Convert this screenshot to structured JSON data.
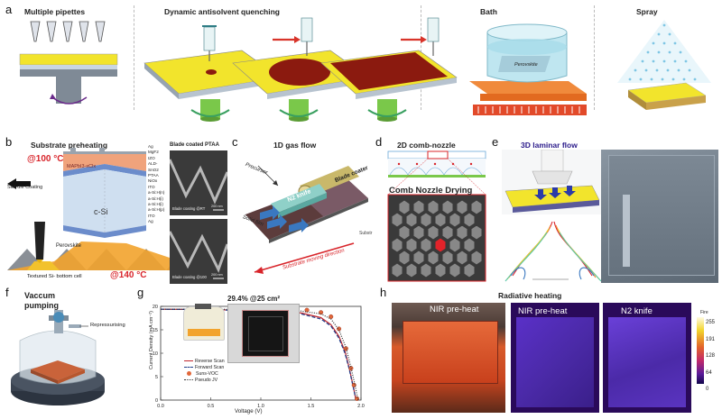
{
  "panel_letters": [
    "a",
    "b",
    "c",
    "d",
    "e",
    "f",
    "g",
    "h"
  ],
  "a": {
    "titles": [
      "Multiple pipettes",
      "Dynamic antisolvent quenching",
      "Bath",
      "Spray"
    ],
    "bath_label": "Perovskite"
  },
  "b": {
    "title": "Substrate preheating",
    "temp_top": "@100 °C",
    "temp_bottom": "@140 °C",
    "slot_die": "Slot-die Coating",
    "perovskite": "Perovskite",
    "textured": "Textured Si- bottom cell",
    "csi": "c-Si",
    "layer_top": "MAPbI3-xClx",
    "layers": [
      "Ag",
      "MgF2",
      "IZO",
      "ALD-SnO2",
      "PTAA",
      "NiOx",
      "ITO",
      "a-Si:H(n)",
      "a-Si:H(i)",
      "a-Si:H(i)",
      "a-Si:H(p)",
      "ITO",
      "Ag"
    ],
    "sem_title": "Blade coated PTAA",
    "sem1_caption": "Blade coating @RT",
    "sem2_caption": "Blade coating @100",
    "scale": "200 nm"
  },
  "c": {
    "title": "1D gas flow",
    "precursor": "Precursor",
    "blade": "Blade coater",
    "knife": "N2 knife",
    "solid": "Solid film",
    "direction": "Substrate moving direction",
    "substrate": "Substr"
  },
  "d": {
    "title": "2D comb-nozzle",
    "caption": "Comb Nozzle Drying"
  },
  "e": {
    "title": "3D laminar flow"
  },
  "f": {
    "title_1": "Vaccum",
    "title_2": "pumping",
    "repress": "Repressurising"
  },
  "g": {
    "badge": "29.4% @25 cm²",
    "legend": [
      "Reverse Scan",
      "Forward Scan",
      "Suns-VOC",
      "Pseudo JV"
    ]
  },
  "h": {
    "title": "Radiative heating",
    "label1": "NIR pre-heat",
    "label2": "NIR pre-heat",
    "label3": "N2 knife",
    "cb_unit": "Fire",
    "cb_ticks": [
      "255",
      "191",
      "128",
      "64",
      "0"
    ]
  },
  "colors": {
    "perovskite_film": "#8b1a0f",
    "substrate_yellow": "#f2e42c",
    "chuck_green": "#7ac84a",
    "heater_orange": "#f08a3c",
    "ir_purple": "#4b2aa8",
    "jv_red": "#c1272d"
  },
  "chart_data": {
    "type": "line",
    "xlabel": "Voltage (V)",
    "ylabel": "Current Density (mA cm⁻²)",
    "xlim": [
      0.0,
      2.0
    ],
    "ylim": [
      0,
      20
    ],
    "xticks": [
      "0.0",
      "0.5",
      "1.0",
      "1.5",
      "2.0"
    ],
    "yticks": [
      "0",
      "5",
      "10",
      "15",
      "20"
    ],
    "series": [
      {
        "name": "Reverse Scan",
        "style": "solid",
        "color": "#c1272d",
        "x": [
          0.0,
          0.5,
          1.0,
          1.4,
          1.6,
          1.7,
          1.78,
          1.84,
          1.88,
          1.92,
          1.95
        ],
        "values": [
          19.4,
          19.3,
          19.1,
          18.6,
          17.6,
          16.1,
          13.6,
          10.4,
          7.1,
          3.2,
          0.0
        ]
      },
      {
        "name": "Forward Scan",
        "style": "dash",
        "color": "#1f3d8a",
        "x": [
          0.0,
          0.5,
          1.0,
          1.4,
          1.6,
          1.7,
          1.78,
          1.84,
          1.88,
          1.92,
          1.95
        ],
        "values": [
          19.4,
          19.3,
          19.0,
          18.4,
          17.3,
          15.8,
          13.2,
          10.0,
          6.8,
          3.0,
          0.0
        ]
      },
      {
        "name": "Suns-VOC",
        "style": "marker",
        "color": "#e2673a",
        "x": [
          1.46,
          1.6,
          1.7,
          1.78,
          1.85,
          1.9,
          1.93,
          1.96
        ],
        "values": [
          19.2,
          18.7,
          17.8,
          15.2,
          11.0,
          6.8,
          3.2,
          0.3
        ]
      },
      {
        "name": "Pseudo JV",
        "style": "dot",
        "color": "#333333",
        "x": [
          0.0,
          0.5,
          1.0,
          1.4,
          1.6,
          1.7,
          1.78,
          1.85,
          1.9,
          1.94,
          1.97
        ],
        "values": [
          19.4,
          19.4,
          19.3,
          19.0,
          18.4,
          17.3,
          15.0,
          11.2,
          7.0,
          3.2,
          0.0
        ]
      }
    ]
  }
}
